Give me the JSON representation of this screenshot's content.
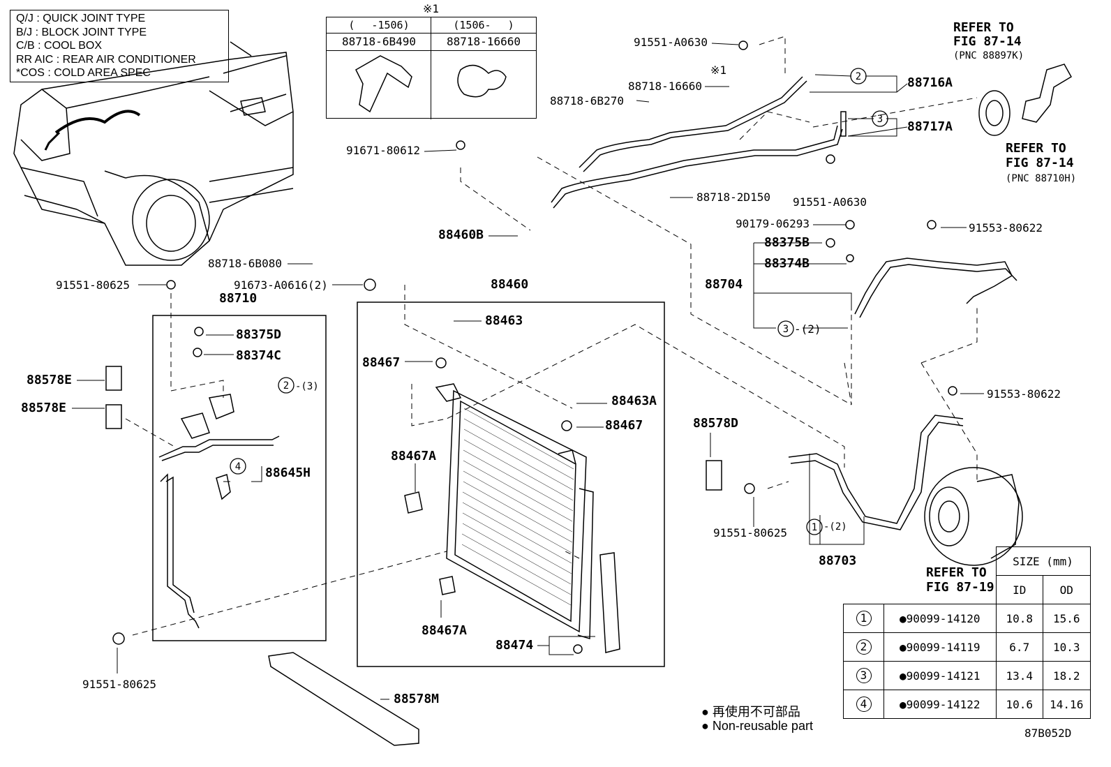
{
  "legend": [
    "Q/J : QUICK JOINT TYPE",
    "B/J : BLOCK JOINT TYPE",
    "C/B : COOL BOX",
    "RR AIC : REAR AIR CONDITIONER",
    "*COS : COLD AREA SPEC"
  ],
  "clip_table": {
    "note_mark": "※1",
    "col1_header": "(　 -1506)",
    "col2_header": "(1506- 　)",
    "col1_part": "88718-6B490",
    "col2_part": "88718-16660"
  },
  "labels": {
    "p91551_A0630_top": "91551-A0630",
    "mark1": "※1",
    "p88718_16660": "88718-16660",
    "p88718_6B270": "88718-6B270",
    "p88716A": "88716A",
    "p88717A": "88717A",
    "refer1a": "REFER TO",
    "refer1b": "FIG 87-14",
    "refer1c": "(PNC 88897K)",
    "refer2a": "REFER TO",
    "refer2b": "FIG 87-14",
    "refer2c": "(PNC 88710H)",
    "p91671_80612": "91671-80612",
    "p88718_2D150": "88718-2D150",
    "p91551_A0630_mid": "91551-A0630",
    "p88460B": "88460B",
    "p90179_06293": "90179-06293",
    "p91553_80622_a": "91553-80622",
    "p88375B": "88375B",
    "p88374B": "88374B",
    "p88704": "88704",
    "qty3_2": "-(2)",
    "p88718_6B080": "88718-6B080",
    "p91551_80625_a": "91551-80625",
    "p91673_A0616": "91673-A0616(2)",
    "p88710": "88710",
    "p88460": "88460",
    "p88375D": "88375D",
    "p88463": "88463",
    "p88374C": "88374C",
    "p88467_a": "88467",
    "p88578E_a": "88578E",
    "qty2_3": "-(3)",
    "p88578E_b": "88578E",
    "p88463A": "88463A",
    "p91553_80622_b": "91553-80622",
    "p88467_b": "88467",
    "p88578D": "88578D",
    "p88467A_a": "88467A",
    "p88645H": "88645H",
    "p91551_80625_b": "91551-80625",
    "qty1_2": "-(2)",
    "p88703": "88703",
    "refer3a": "REFER TO",
    "refer3b": "FIG 87-19",
    "p88467A_b": "88467A",
    "p88474": "88474",
    "p91551_80625_c": "91551-80625",
    "p88578M": "88578M",
    "fig_code": "87B052D"
  },
  "size_table": {
    "title": "SIZE (mm)",
    "col_id": "ID",
    "col_od": "OD",
    "rows": [
      {
        "no": "1",
        "part": "●90099-14120",
        "id": "10.8",
        "od": "15.6"
      },
      {
        "no": "2",
        "part": "●90099-14119",
        "id": "6.7",
        "od": "10.3"
      },
      {
        "no": "3",
        "part": "●90099-14121",
        "id": "13.4",
        "od": "18.2"
      },
      {
        "no": "4",
        "part": "●90099-14122",
        "id": "10.6",
        "od": "14.16"
      }
    ]
  },
  "footnotes": {
    "jp": "● 再使用不可部品",
    "en": "● Non-reusable part"
  }
}
